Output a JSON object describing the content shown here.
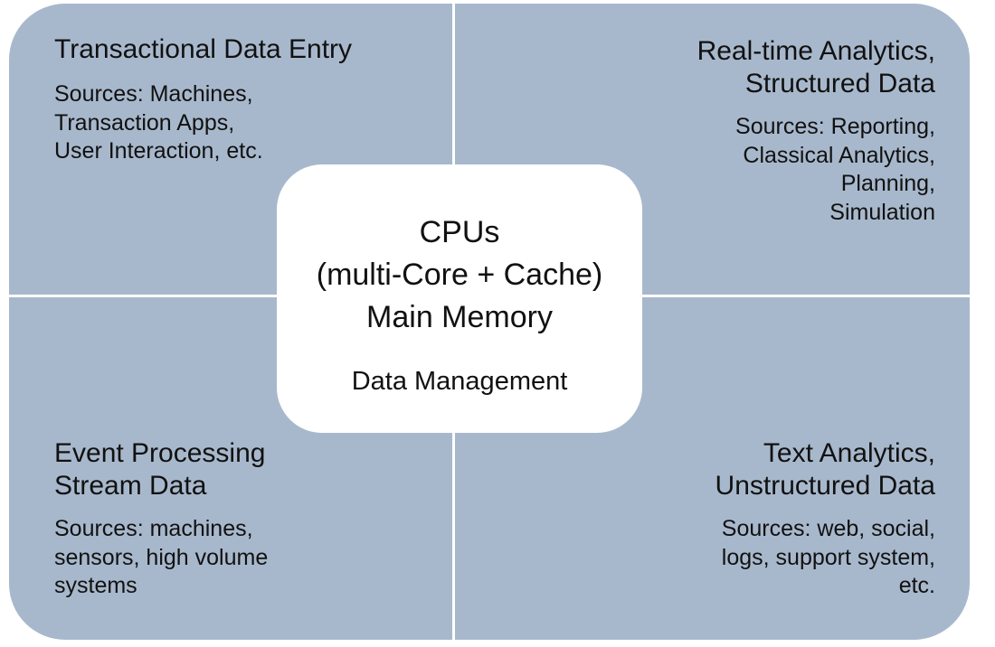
{
  "quadrants": {
    "top_left": {
      "title_lines": [
        "Transactional Data Entry"
      ],
      "source_lines": [
        "Sources: Machines,",
        "Transaction Apps,",
        "User Interaction, etc."
      ]
    },
    "top_right": {
      "title_lines": [
        "Real-time Analytics,",
        "Structured Data"
      ],
      "source_lines": [
        "Sources: Reporting,",
        "Classical Analytics,",
        "Planning,",
        "Simulation"
      ]
    },
    "bottom_left": {
      "title_lines": [
        "Event Processing",
        "Stream Data"
      ],
      "source_lines": [
        "Sources: machines,",
        "sensors, high volume",
        "systems"
      ]
    },
    "bottom_right": {
      "title_lines": [
        "Text Analytics,",
        "Unstructured Data"
      ],
      "source_lines": [
        "Sources: web, social,",
        "logs, support system,",
        "etc."
      ]
    }
  },
  "center": {
    "lines": [
      "CPUs",
      "(multi-Core + Cache)",
      "Main Memory"
    ],
    "subtitle": "Data Management"
  },
  "colors": {
    "quadrant_fill": "#a8b8cc",
    "divider": "#ffffff",
    "center_fill": "#ffffff",
    "text": "#111111"
  }
}
